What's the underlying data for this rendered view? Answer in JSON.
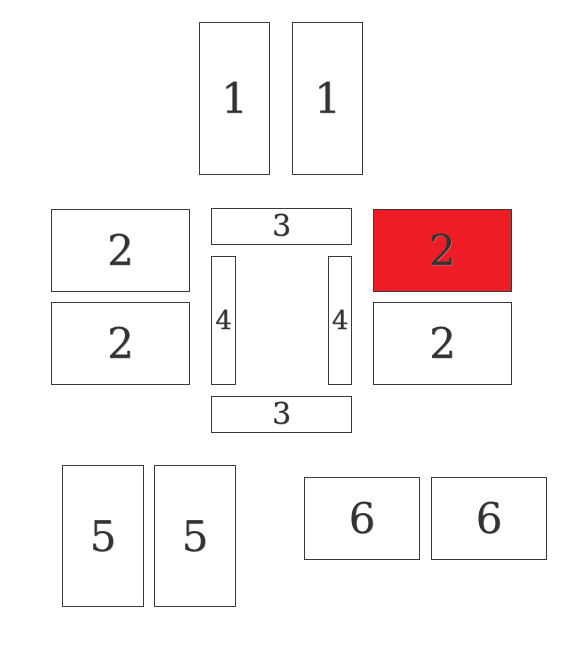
{
  "colors": {
    "highlight": "#ee1c25",
    "border": "#3a3a3a",
    "text": "#333333"
  },
  "pieces": {
    "p1a": "1",
    "p1b": "1",
    "p2a": "2",
    "p2b": "2",
    "p2c": "2",
    "p2d": "2",
    "p3a": "3",
    "p3b": "3",
    "p4a": "4",
    "p4b": "4",
    "p5a": "5",
    "p5b": "5",
    "p6a": "6",
    "p6b": "6"
  }
}
